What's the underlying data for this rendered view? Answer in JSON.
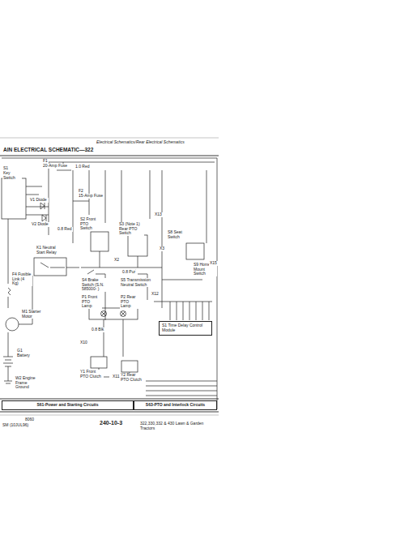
{
  "diagram": {
    "title": "AIN ELECTRICAL SCHEMATIC—322",
    "nodes": [
      {
        "text": [
          "S61-Power and Starting Circuits"
        ]
      },
      {
        "text": [
          "S63-PTO and Interlock Circuits"
        ]
      },
      {
        "text": [
          "S1 Time Delay Control Module"
        ]
      }
    ],
    "labels": [
      "Electrical Schematics/Rear Electrical Schematics",
      "F1",
      "20-Amp Fuse",
      "S1",
      "Key Switch",
      "F2",
      "15-Amp Fuse",
      "V1 Diode",
      "V2 Diode",
      "S2 Front PTO Switch",
      "S3 (Note 1) Rear PTO Switch",
      "S8 Seat Switch",
      "K1 Neutral Start Relay",
      "S4 Brake Switch (S.N. 585000- )",
      "S5 Transmission Neutral Switch",
      "F4 Fusible Link (4 Kg)",
      "M1 Starter Motor",
      "P1 Front PTO Lamp",
      "P2 Rear PTO Lamp",
      "Y1 Front PTO Clutch",
      "Y2 Rear PTO Clutch",
      "G1 Battery",
      "W2 Engine Frame Ground",
      "S9 Home Mount Switch",
      "X2",
      "X3",
      "X10",
      "X11",
      "X12",
      "X13",
      "X15",
      "1.0 Red",
      "0.8 Red",
      "0.8 Blk",
      "0.8 Pur",
      "8060",
      "SM (10JUL96)",
      "240-10-3",
      "322,330,332 & 430 Lawn & Garden Tractors"
    ]
  }
}
